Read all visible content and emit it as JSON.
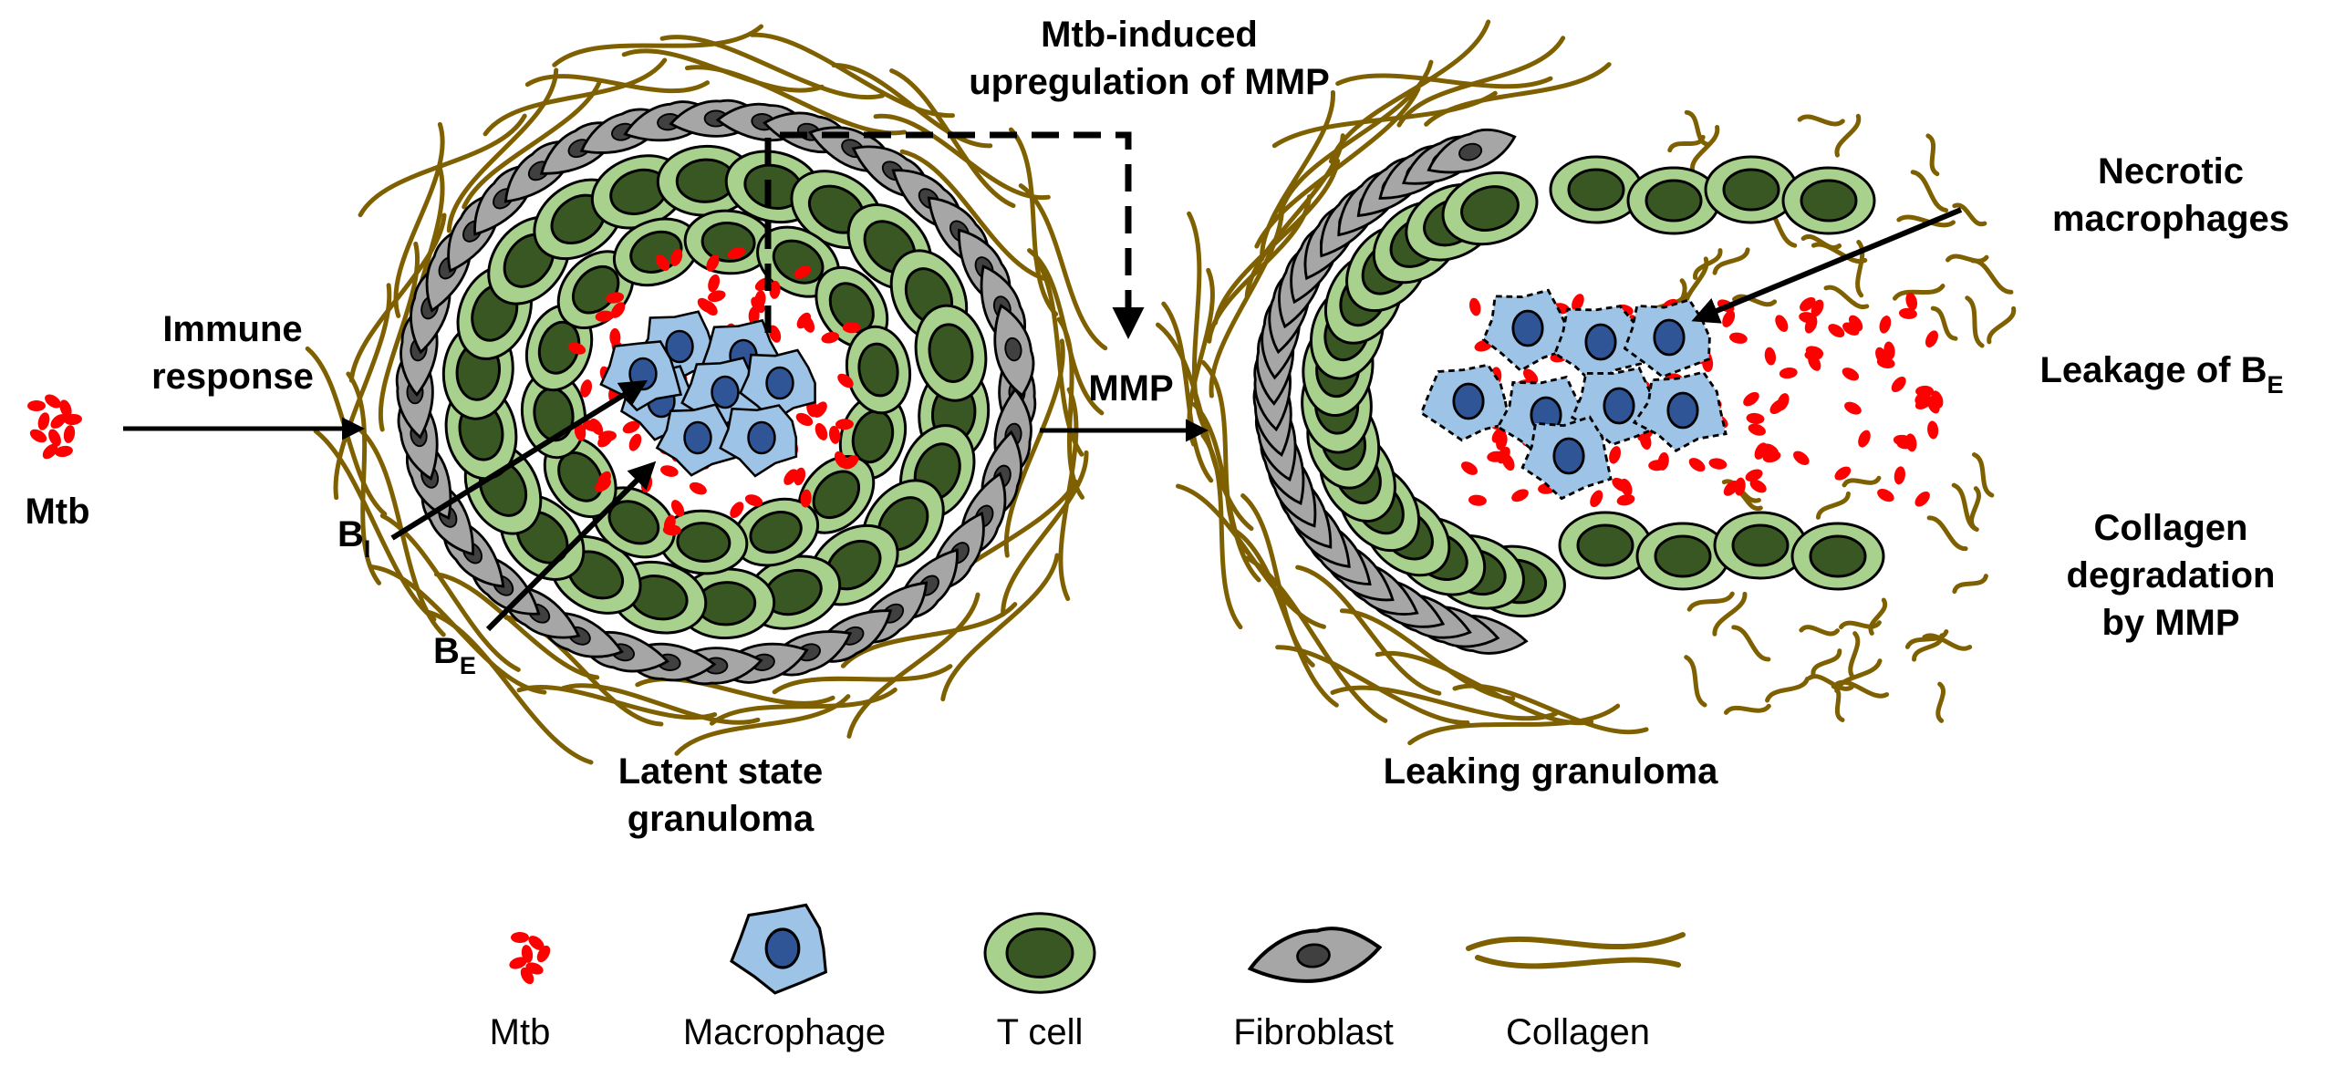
{
  "labels": {
    "mtb_left": "Mtb",
    "immune_line1": "Immune",
    "immune_line2": "response",
    "mmp_induced_line1": "Mtb-induced",
    "mmp_induced_line2": "upregulation of MMP",
    "mmp_arrow": "MMP",
    "bi_main": "B",
    "bi_sub": "I",
    "be_main": "B",
    "be_sub": "E",
    "latent_line1": "Latent state",
    "latent_line2": "granuloma",
    "leaking": "Leaking granuloma",
    "necrotic_line1": "Necrotic",
    "necrotic_line2": "macrophages",
    "leakage_main": "Leakage of B",
    "leakage_sub": "E",
    "collagen_deg_line1": "Collagen",
    "collagen_deg_line2": "degradation",
    "collagen_deg_line3": "by MMP"
  },
  "legend": {
    "items": [
      {
        "label": "Mtb",
        "icon": "mtb-icon"
      },
      {
        "label": "Macrophage",
        "icon": "macrophage-icon"
      },
      {
        "label": "T cell",
        "icon": "t-cell-icon"
      },
      {
        "label": "Fibroblast",
        "icon": "fibroblast-icon"
      },
      {
        "label": "Collagen",
        "icon": "collagen-icon"
      }
    ]
  },
  "colors": {
    "mtb": "#ff0000",
    "macrophage_fill": "#9dc3e6",
    "macrophage_nucleus": "#2f5597",
    "tcell_fill": "#a9d18e",
    "tcell_nucleus": "#385723",
    "fibroblast_fill": "#a6a6a6",
    "fibroblast_nucleus": "#404040",
    "collagen": "#7f6000",
    "outline": "#000000"
  }
}
